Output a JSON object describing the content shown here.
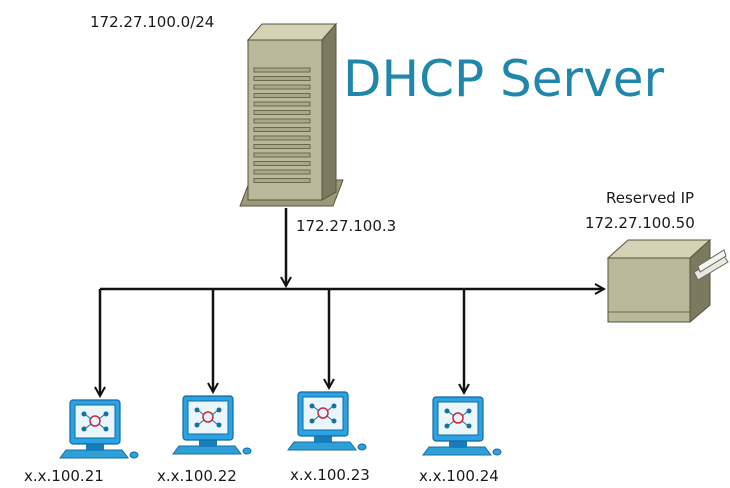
{
  "title": "DHCP Server",
  "subnet": "172.27.100.0/24",
  "server": {
    "icon": "server-tower-icon",
    "ip": "172.27.100.3"
  },
  "printer": {
    "icon": "printer-icon",
    "reserved_label": "Reserved IP",
    "ip": "172.27.100.50"
  },
  "clients": [
    {
      "icon": "computer-icon",
      "ip": "x.x.100.21"
    },
    {
      "icon": "computer-icon",
      "ip": "x.x.100.22"
    },
    {
      "icon": "computer-icon",
      "ip": "x.x.100.23"
    },
    {
      "icon": "computer-icon",
      "ip": "x.x.100.24"
    }
  ],
  "colors": {
    "title": "#1f87ab",
    "device_body": "#b9b89a",
    "device_dark": "#7b7a5e",
    "monitor": "#31a9e6",
    "line": "#111111"
  }
}
